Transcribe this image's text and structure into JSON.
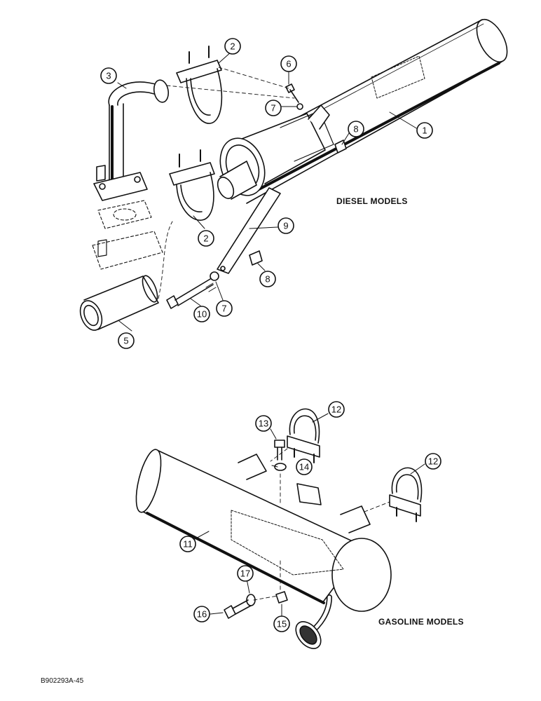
{
  "sections": {
    "diesel_label": "DIESEL MODELS",
    "gasoline_label": "GASOLINE MODELS"
  },
  "reference_code": "B902293A-45",
  "callouts": [
    {
      "id": "c1",
      "number": "1"
    },
    {
      "id": "c2a",
      "number": "2"
    },
    {
      "id": "c2b",
      "number": "2"
    },
    {
      "id": "c3",
      "number": "3"
    },
    {
      "id": "c5",
      "number": "5"
    },
    {
      "id": "c6",
      "number": "6"
    },
    {
      "id": "c7a",
      "number": "7"
    },
    {
      "id": "c7b",
      "number": "7"
    },
    {
      "id": "c8a",
      "number": "8"
    },
    {
      "id": "c8b",
      "number": "8"
    },
    {
      "id": "c9",
      "number": "9"
    },
    {
      "id": "c10",
      "number": "10"
    },
    {
      "id": "c11",
      "number": "11"
    },
    {
      "id": "c12a",
      "number": "12"
    },
    {
      "id": "c12b",
      "number": "12"
    },
    {
      "id": "c13",
      "number": "13"
    },
    {
      "id": "c14",
      "number": "14"
    },
    {
      "id": "c15",
      "number": "15"
    },
    {
      "id": "c16",
      "number": "16"
    },
    {
      "id": "c17",
      "number": "17"
    }
  ]
}
